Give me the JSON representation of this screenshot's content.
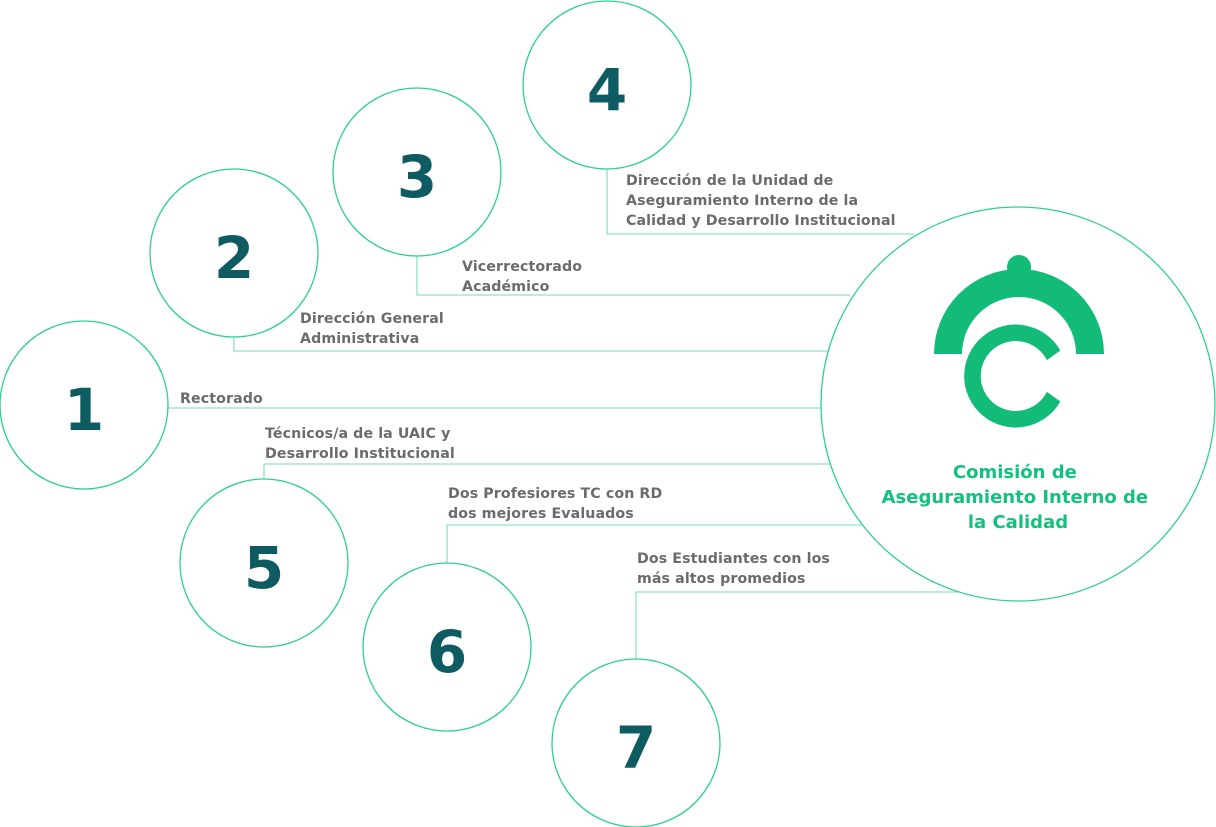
{
  "diagram": {
    "center": {
      "title_lines": [
        "Comisión de",
        "Aseguramiento Interno de",
        "la Calidad"
      ]
    },
    "nodes": [
      {
        "number": "1",
        "label_lines": [
          "Rectorado"
        ]
      },
      {
        "number": "2",
        "label_lines": [
          "Dirección General",
          "Administrativa"
        ]
      },
      {
        "number": "3",
        "label_lines": [
          "Vicerrectorado",
          "Académico"
        ]
      },
      {
        "number": "4",
        "label_lines": [
          "Dirección de la Unidad de",
          "Aseguramiento Interno de la",
          "Calidad y Desarrollo Institucional"
        ]
      },
      {
        "number": "5",
        "label_lines": [
          "Técnicos/a de la UAIC y",
          "Desarrollo Institucional"
        ]
      },
      {
        "number": "6",
        "label_lines": [
          "Dos Profesiores TC con RD",
          "dos mejores Evaluados"
        ]
      },
      {
        "number": "7",
        "label_lines": [
          "Dos Estudiantes con los",
          "más altos promedios"
        ]
      }
    ],
    "colors": {
      "ring": "#2fd08f",
      "connector": "#8fe3c0",
      "number": "#0e5c61",
      "label": "#6b6b6b",
      "accent": "#13c17c"
    }
  }
}
